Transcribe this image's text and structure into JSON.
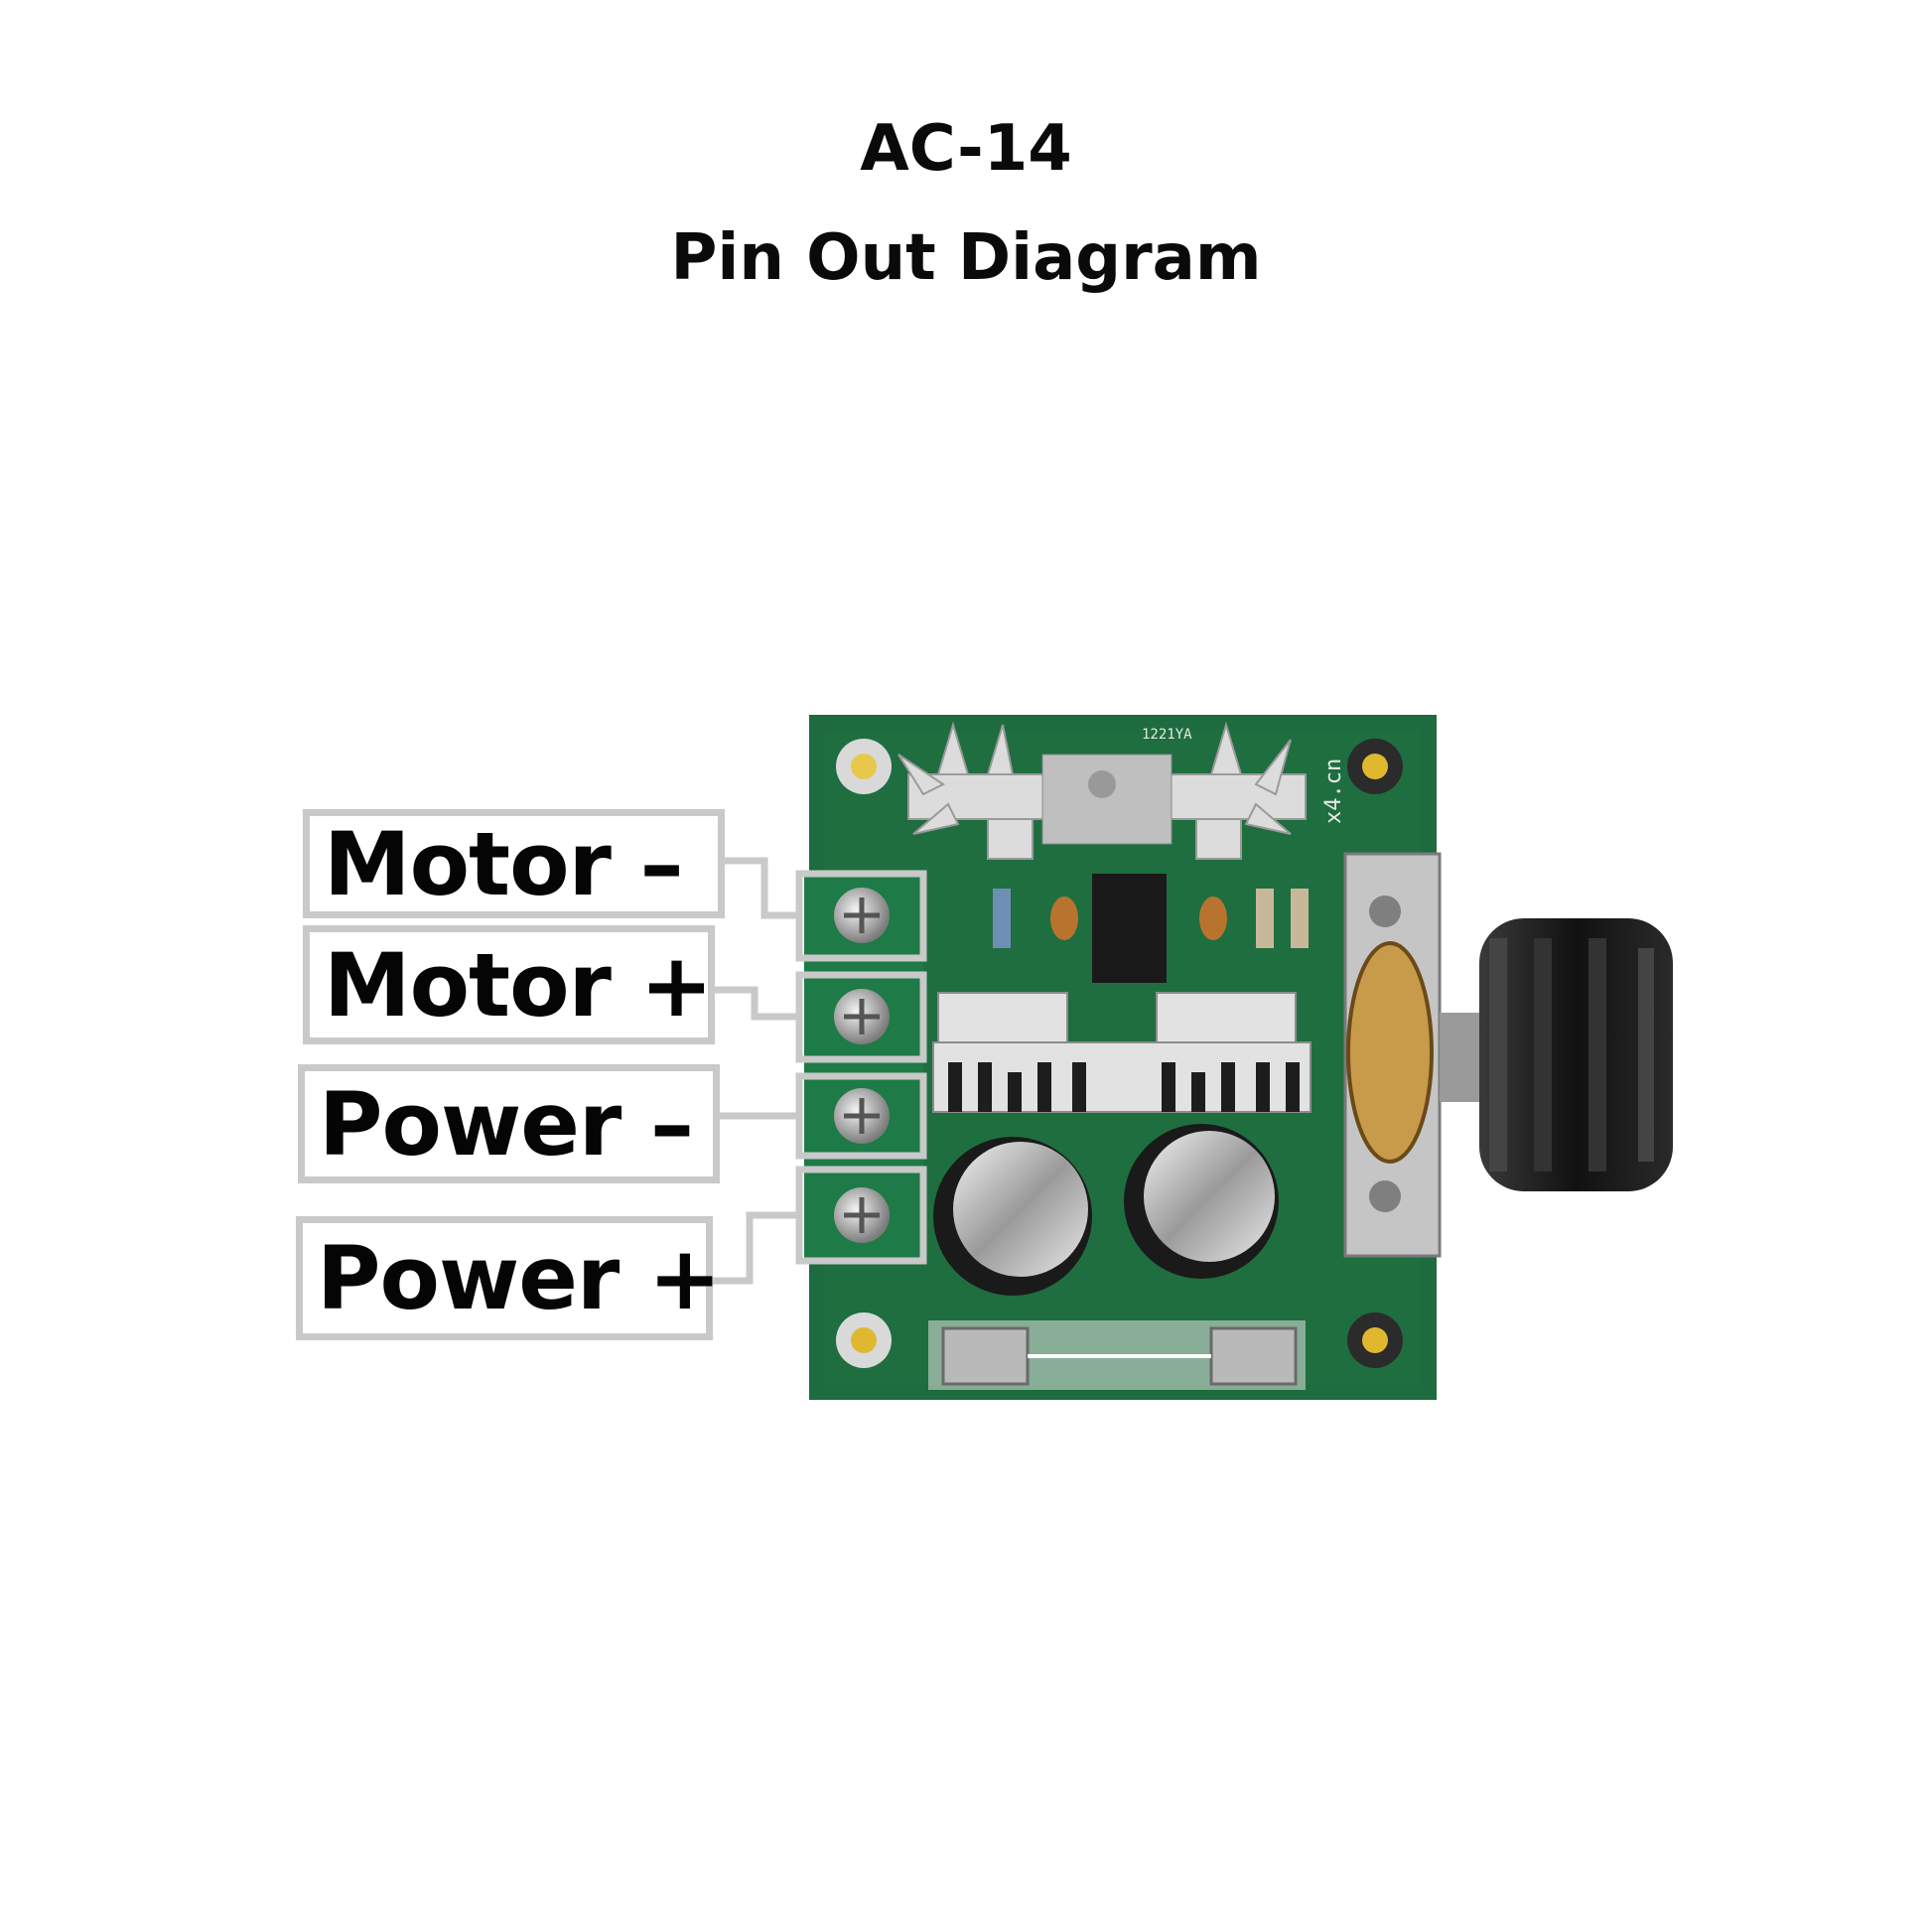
{
  "title": {
    "model": "AC-14",
    "subtitle": "Pin Out Diagram"
  },
  "pins": [
    {
      "label": "Motor –"
    },
    {
      "label": "Motor +"
    },
    {
      "label": "Power –"
    },
    {
      "label": "Power +"
    }
  ],
  "board_markings": {
    "top_code": "1221YA",
    "side_text": "x4.cn"
  },
  "colors": {
    "pcb": "#1d6b3e",
    "label_border": "#c9c9c9",
    "heatsink": "#dcdcdc",
    "knob": "#1a1a1a"
  }
}
